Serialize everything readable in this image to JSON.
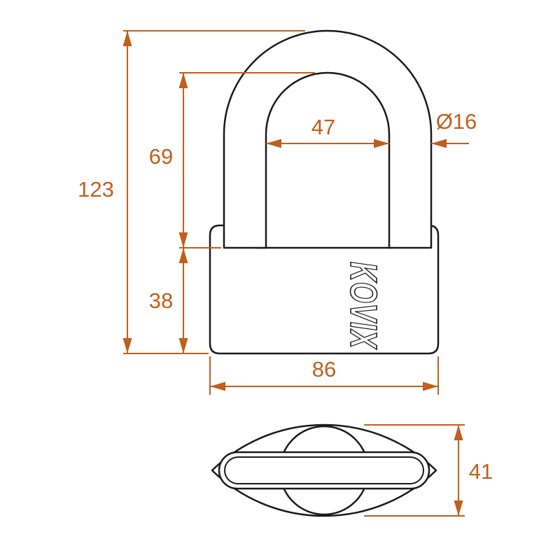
{
  "drawing": {
    "brand": "KOVIX",
    "dimensions": {
      "overall_height": "123",
      "shackle_clearance_height": "69",
      "body_height": "38",
      "shackle_inner_width": "47",
      "shackle_diameter": "Ø16",
      "body_width": "86",
      "body_depth": "41"
    },
    "colors": {
      "outline": "#1a1a1a",
      "dimension": "#c05f1e",
      "background": "#ffffff"
    }
  }
}
